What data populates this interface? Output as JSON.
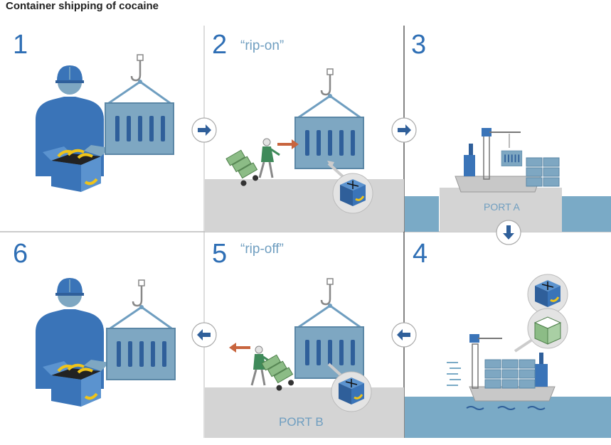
{
  "title": "Container shipping of cocaine",
  "steps": [
    {
      "number": "1"
    },
    {
      "number": "2",
      "label": "“rip-on”"
    },
    {
      "number": "3"
    },
    {
      "number": "4"
    },
    {
      "number": "5",
      "label": "“rip-off”"
    },
    {
      "number": "6"
    }
  ],
  "ports": {
    "a": "PORT A",
    "b": "PORT B"
  },
  "colors": {
    "blue": "#3a74b8",
    "container": "#7ea7c2",
    "steel": "#6f9ec0",
    "ground": "#d4d4d4",
    "water": "#7aaac6",
    "arrow_orange": "#c8653e",
    "green_crate": "#8cbc86",
    "ship": "#c8c8c8"
  },
  "icons": [
    "worker-icon",
    "container-icon",
    "hook-icon",
    "arrow-right-icon",
    "arrow-left-icon",
    "arrow-down-icon",
    "cocaine-package-icon",
    "ship-icon",
    "crane-icon",
    "banana-icon"
  ]
}
